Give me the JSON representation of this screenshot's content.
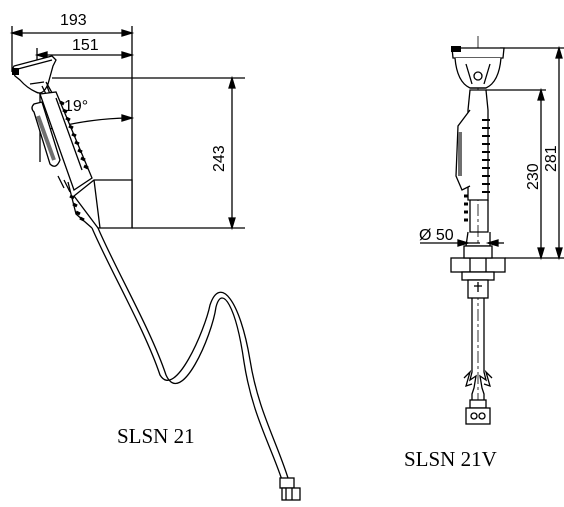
{
  "left_view": {
    "model": "SLSN 21",
    "dimensions": {
      "width_total": "193",
      "width_inner": "151",
      "angle": "19°",
      "height": "243"
    }
  },
  "right_view": {
    "model": "SLSN 21V",
    "dimensions": {
      "diameter": "Ø 50",
      "height_inner": "230",
      "height_total": "281"
    }
  },
  "colors": {
    "line": "#000000",
    "shade": "#6f6f6f",
    "background": "#ffffff"
  }
}
